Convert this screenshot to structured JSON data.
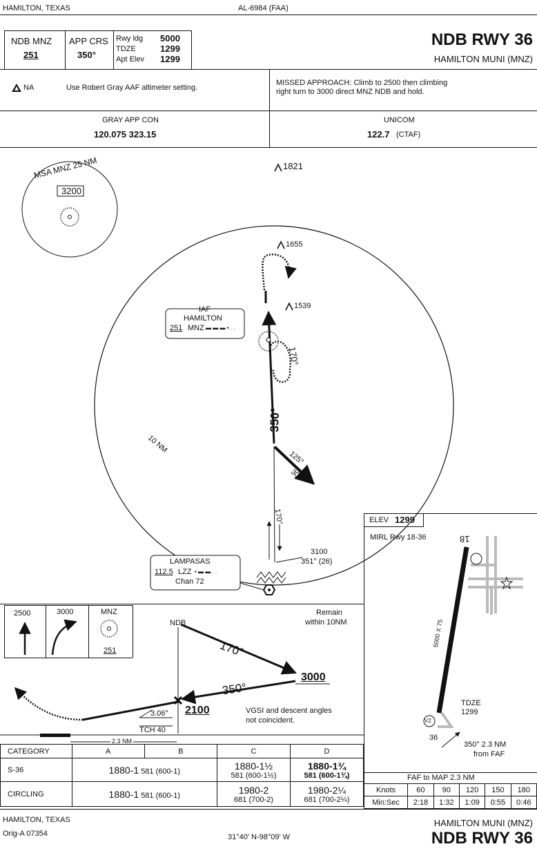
{
  "header": {
    "location": "HAMILTON, TEXAS",
    "procedure_id": "AL-6984 (FAA)",
    "approach_title": "NDB RWY 36",
    "airport_name": "HAMILTON MUNI (MNZ)",
    "ndb_label": "NDB MNZ",
    "ndb_freq": "251",
    "app_crs_label": "APP CRS",
    "app_crs_value": "350°",
    "rwy_ldg_label": "Rwy ldg",
    "rwy_ldg_value": "5000",
    "tdze_label": "TDZE",
    "tdze_value": "1299",
    "apt_elev_label": "Apt Elev",
    "apt_elev_value": "1299"
  },
  "notes": {
    "na_label": "NA",
    "altimeter_note": "Use Robert Gray AAF altimeter setting.",
    "missed_approach_line1": "MISSED APPROACH:  Climb to 2500 then climbing",
    "missed_approach_line2": "right turn to 3000 direct MNZ NDB and hold."
  },
  "comms": {
    "app_con_label": "GRAY APP CON",
    "app_con_freqs": "120.075  323.15",
    "unicom_label": "UNICOM",
    "unicom_freq": "122.7",
    "unicom_note": "(CTAF)"
  },
  "plan": {
    "msa_label": "MSA MNZ 25 NM",
    "msa_alt": "3200",
    "obstacle_top": "1821",
    "obstacle_1655": "1655",
    "obstacle_1539": "1539",
    "iaf_label": "IAF",
    "fix_name": "HAMILTON",
    "fix_freq": "251",
    "fix_ident": "MNZ",
    "fix_morse": "▬ ▬  ▬ ▪ . .",
    "outbound_course": "170°",
    "inbound_course": "350°",
    "radial_125": "125°",
    "radial_305": "305°",
    "ring_label": "10 NM",
    "course_170_lower": "170°",
    "feeder_alt": "3100",
    "feeder_course": "351° (26)",
    "vortac_name": "LAMPASAS",
    "vortac_freq": "112.5",
    "vortac_ident": "LZZ",
    "vortac_morse": "▪ ▬ ▬ . .",
    "vortac_chan": "Chan 72"
  },
  "missed_icons": {
    "alt1": "2500",
    "alt2": "3000",
    "nav_label": "MNZ",
    "nav_freq": "251"
  },
  "profile": {
    "ndb_label": "NDB",
    "remain_line1": "Remain",
    "remain_line2": "within 10NM",
    "outbound": "170°",
    "inbound": "350°",
    "procedure_alt": "3000",
    "mda_alt": "2100",
    "gp_angle": "3.06°",
    "tch": "TCH 40",
    "vgsi_line1": "VGSI and descent angles",
    "vgsi_line2": "not coincident.",
    "distance": "2.3 NM"
  },
  "minimums": {
    "header": [
      "CATEGORY",
      "A",
      "B",
      "C",
      "D"
    ],
    "s36": {
      "label": "S-36",
      "ab_main": "1880-1",
      "ab_sub": "581 (600-1)",
      "c_main": "1880-1½",
      "c_sub": "581 (600-1½)",
      "d_main": "1880-1¾",
      "d_sub": "581 (600-1¾)"
    },
    "circling": {
      "label": "CIRCLING",
      "ab_main": "1880-1",
      "ab_sub": "581 (600-1)",
      "c_main": "1980-2",
      "c_sub": "681 (700-2)",
      "d_main": "1980-2¼",
      "d_sub": "681 (700-2¼)"
    }
  },
  "airport": {
    "elev_label": "ELEV",
    "elev_value": "1299",
    "lighting": "MIRL Rwy 18-36",
    "rwy_top": "18",
    "rwy_bottom": "36",
    "rwy_dims": "5000 X 75",
    "tdze_label": "TDZE",
    "tdze_value": "1299",
    "vasi_label": "V2",
    "faf_note_line1": "350° 2.3 NM",
    "faf_note_line2": "from FAF",
    "faf_to_map": "FAF to MAP  2.3 NM"
  },
  "speed_table": {
    "knots_label": "Knots",
    "knots": [
      "60",
      "90",
      "120",
      "150",
      "180"
    ],
    "time_label": "Min:Sec",
    "times": [
      "2:18",
      "1:32",
      "1:09",
      "0:55",
      "0:46"
    ]
  },
  "footer": {
    "location": "HAMILTON, TEXAS",
    "amendment": "Orig-A  07354",
    "coordinates": "31°40′ N-98°09′ W",
    "airport_name": "HAMILTON MUNI (MNZ)",
    "approach_title": "NDB RWY 36"
  }
}
